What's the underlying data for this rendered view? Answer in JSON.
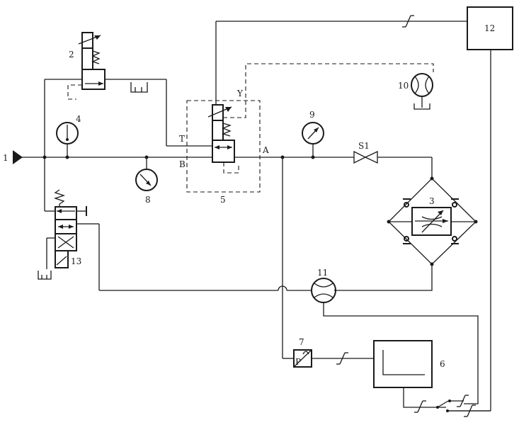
{
  "labels": {
    "n1": "1",
    "n2": "2",
    "n3": "3",
    "n4": "4",
    "n5": "5",
    "n6": "6",
    "n7": "7",
    "n8": "8",
    "n9": "9",
    "n10": "10",
    "n11": "11",
    "n12": "12",
    "n13": "13",
    "s1": "S1",
    "a": "A",
    "b": "B",
    "t": "T",
    "y": "Y",
    "p": "P"
  },
  "colors": {
    "line": "#1a1a1a",
    "background": "#ffffff"
  }
}
